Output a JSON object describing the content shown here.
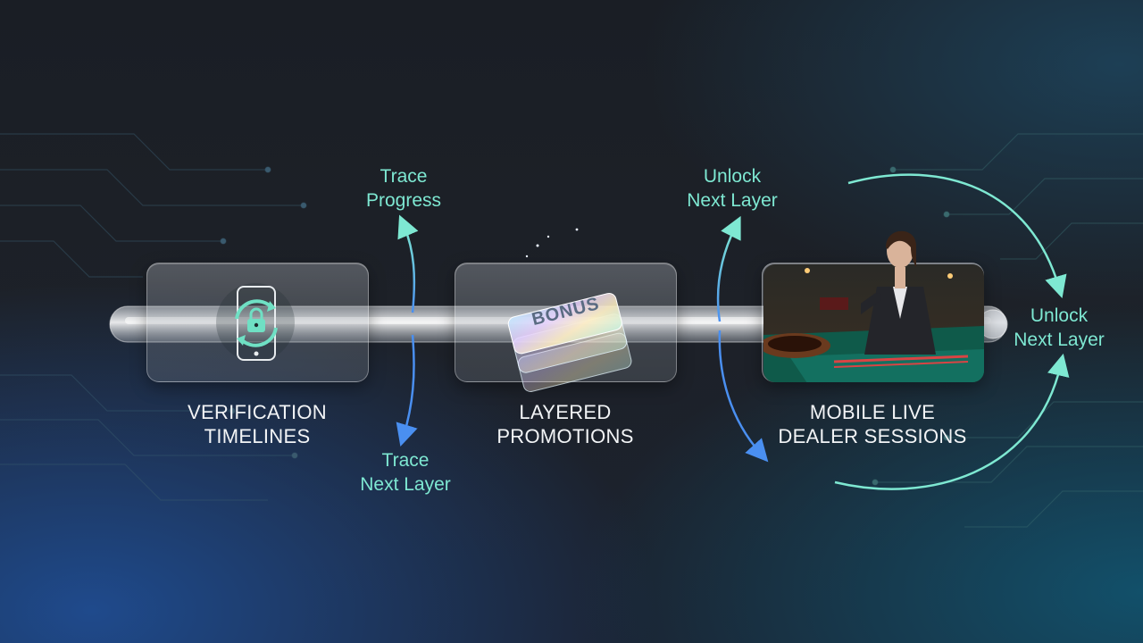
{
  "steps": [
    {
      "title_line1": "VERIFICATION",
      "title_line2": "TIMELINES",
      "icon": "phone-lock-sync-icon"
    },
    {
      "title_line1": "LAYERED",
      "title_line2": "PROMOTIONS",
      "icon": "bonus-cards-icon",
      "card_text": "BONUS"
    },
    {
      "title_line1": "MOBILE LIVE",
      "title_line2": "DEALER SESSIONS",
      "icon": "live-dealer-image"
    }
  ],
  "annotations": {
    "trace_progress": {
      "line1": "Trace",
      "line2": "Progress"
    },
    "trace_next": {
      "line1": "Trace",
      "line2": "Next Layer"
    },
    "unlock_next_top": {
      "line1": "Unlock",
      "line2": "Next Layer"
    },
    "unlock_next_right": {
      "line1": "Unlock",
      "line2": "Next Layer"
    }
  },
  "colors": {
    "accent_teal": "#7ee8d2",
    "accent_blue": "#4a8ff0",
    "title": "#f2f4f6"
  }
}
